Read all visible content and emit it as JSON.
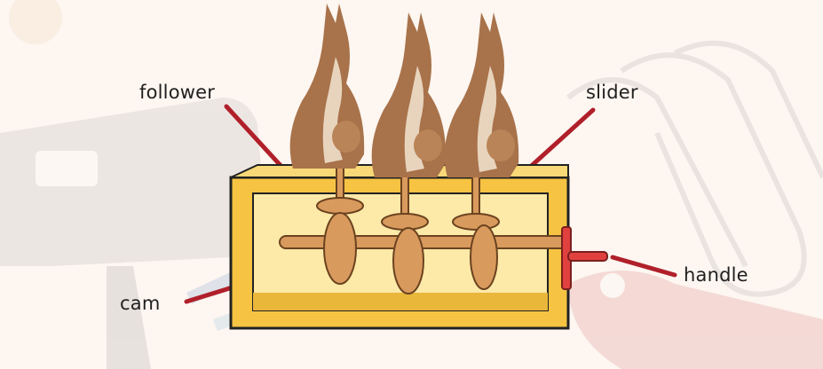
{
  "labels": {
    "follower": "follower",
    "slider": "slider",
    "handle": "handle",
    "cam": "cam"
  },
  "colors": {
    "background": "#fdf6f1",
    "frame": "#f6c343",
    "frame_inner": "#f9d977",
    "frame_outline": "#222222",
    "wood": "#d99a5d",
    "wood_dark": "#b8743a",
    "pointer_lines": "#b0202a",
    "handle_knob": "#e0413f",
    "kangaroo_fur": "#a8724a",
    "kangaroo_light": "#e8d4bd"
  },
  "icons": {
    "kangaroos": "kangaroo-figure",
    "background_props": [
      "glue-gun",
      "paper-clip",
      "scissors",
      "pencils"
    ]
  }
}
